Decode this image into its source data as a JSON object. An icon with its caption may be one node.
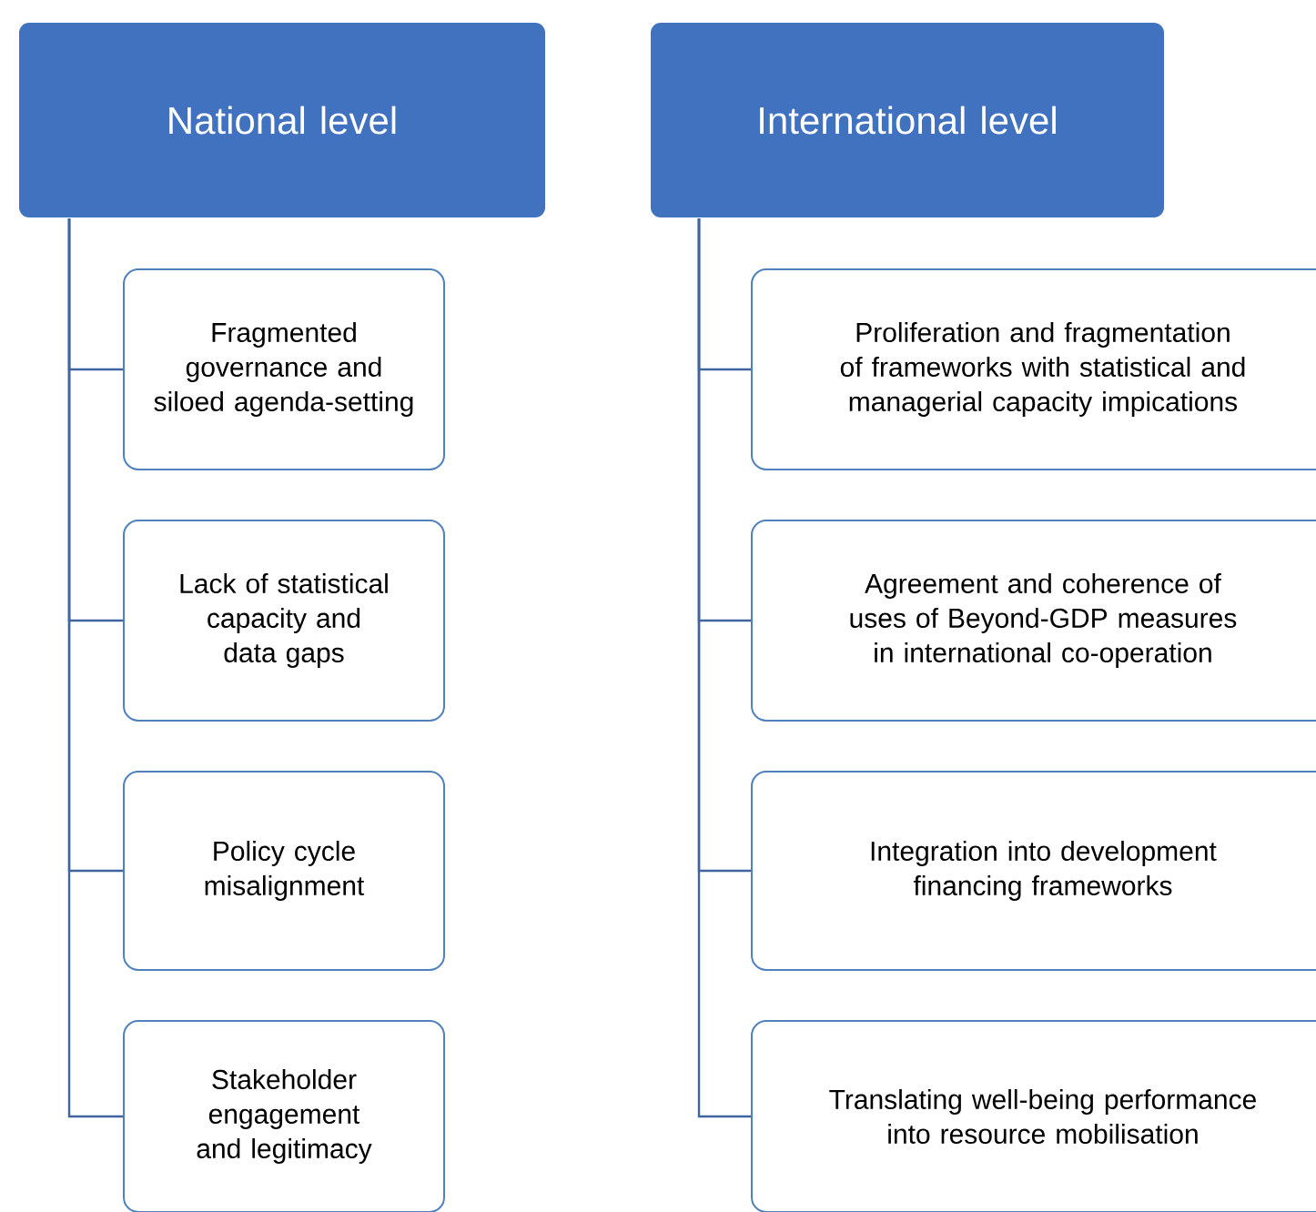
{
  "diagram": {
    "nodes": [
      {
        "text": [
          "National level"
        ]
      },
      {
        "text": [
          "Fragmented governance and siloed agenda-setting"
        ]
      },
      {
        "text": [
          "Lack of statistical capacity and data gaps"
        ]
      },
      {
        "text": [
          "Policy cycle misalignment"
        ]
      },
      {
        "text": [
          "Stakeholder engagement and legitimacy"
        ]
      },
      {
        "text": [
          "International level"
        ]
      },
      {
        "text": [
          "Proliferation and fragmentation of frameworks  with statistical and managerial capacity impications"
        ]
      },
      {
        "text": [
          "Agreement and coherence of uses of Beyond-GDP measures in international co-operation"
        ]
      },
      {
        "text": [
          "Integration into development financing frameworks"
        ]
      },
      {
        "text": [
          "Translating well-being performance into resource mobilisation"
        ]
      }
    ],
    "edges": [
      {
        "from": 0,
        "to": 1,
        "arrow": "none"
      },
      {
        "from": 0,
        "to": 2,
        "arrow": "none"
      },
      {
        "from": 0,
        "to": 3,
        "arrow": "none"
      },
      {
        "from": 0,
        "to": 4,
        "arrow": "none"
      },
      {
        "from": 5,
        "to": 6,
        "arrow": "none"
      },
      {
        "from": 5,
        "to": 7,
        "arrow": "none"
      },
      {
        "from": 5,
        "to": 8,
        "arrow": "none"
      },
      {
        "from": 5,
        "to": 9,
        "arrow": "none"
      }
    ]
  }
}
